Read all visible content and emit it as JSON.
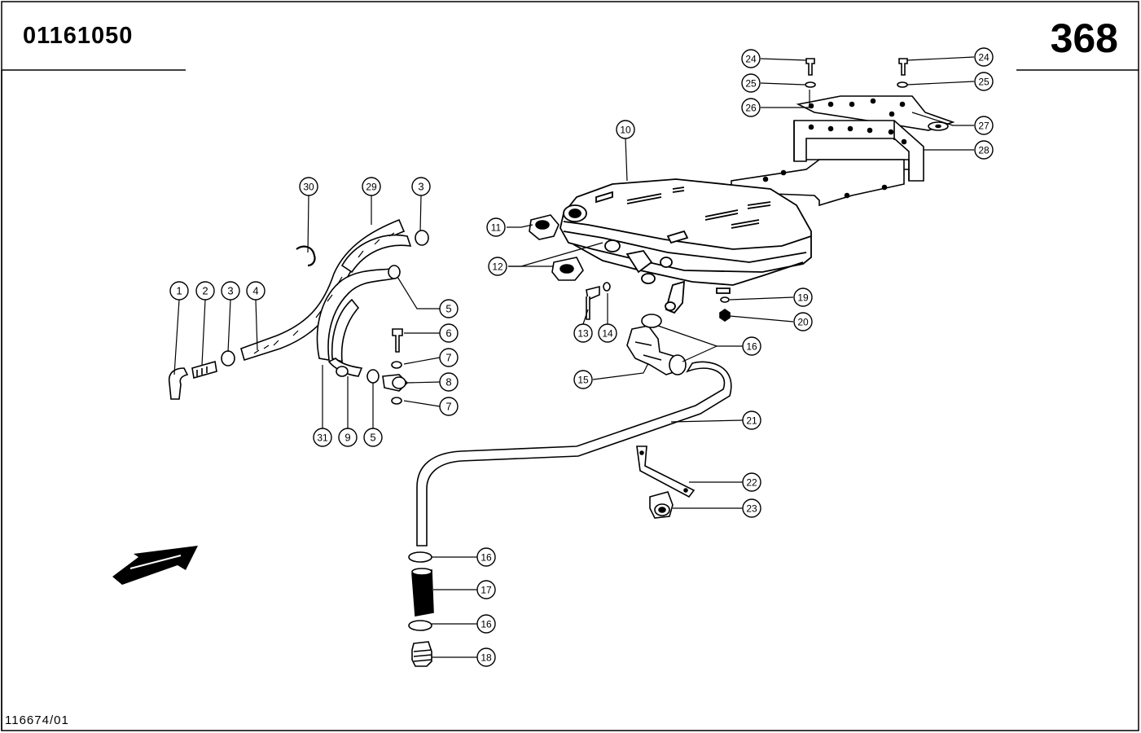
{
  "header": {
    "part_number": "01161050",
    "page_number": "368"
  },
  "footer": {
    "drawing_ref": "116674/01"
  },
  "callouts": [
    "1",
    "2",
    "3",
    "4",
    "5",
    "6",
    "7",
    "8",
    "9",
    "10",
    "11",
    "12",
    "13",
    "14",
    "15",
    "16",
    "17",
    "18",
    "19",
    "20",
    "21",
    "22",
    "23",
    "24",
    "25",
    "26",
    "27",
    "28",
    "29",
    "30",
    "31"
  ],
  "icons": {
    "direction_arrow": "direction-arrow-icon"
  }
}
